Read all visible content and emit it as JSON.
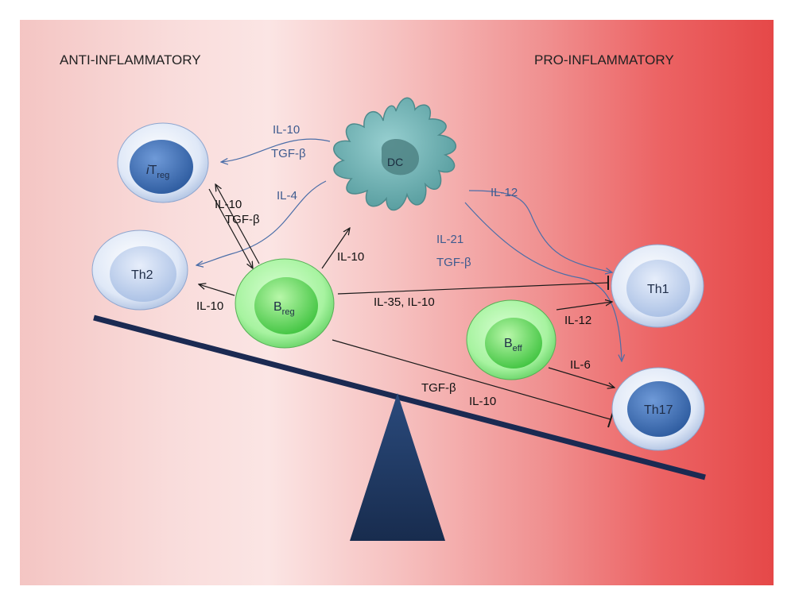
{
  "headers": {
    "left": "ANTI-INFLAMMATORY",
    "right": "PRO-INFLAMMATORY"
  },
  "cells": {
    "dc": "DC",
    "itreg": {
      "prefix": "i",
      "main": "T",
      "sub": "reg"
    },
    "th2": "Th2",
    "breg": {
      "main": "B",
      "sub": "reg"
    },
    "beff": {
      "main": "B",
      "sub": "eff"
    },
    "th1": "Th1",
    "th17": "Th17"
  },
  "labels": {
    "dc_itreg_il10": "IL-10",
    "dc_itreg_tgf": "TGF-β",
    "dc_th2_il4": "IL-4",
    "dc_th1_il12": "IL-12",
    "dc_th17_il21": "IL-21",
    "dc_th17_tgf": "TGF-β",
    "itreg_breg_il10": "IL-10",
    "itreg_breg_tgf": "TGF-β",
    "breg_dc_il10": "IL-10",
    "breg_th2_il10": "IL-10",
    "breg_th1": "IL-35, IL-10",
    "beff_th1_il12": "IL-12",
    "beff_th17_il6": "IL-6",
    "breg_th17_tgf": "TGF-β",
    "breg_th17_il10": "IL-10"
  },
  "colors": {
    "blue_line": "#4b6ea8",
    "black_line": "#1a1a1a",
    "beam": "#1b2a52",
    "fulcrum": "#1f3a66",
    "dc_fill": "#6fb1b3",
    "green_cell": "#78e07a",
    "blue_cell": "#d7e3f6"
  }
}
